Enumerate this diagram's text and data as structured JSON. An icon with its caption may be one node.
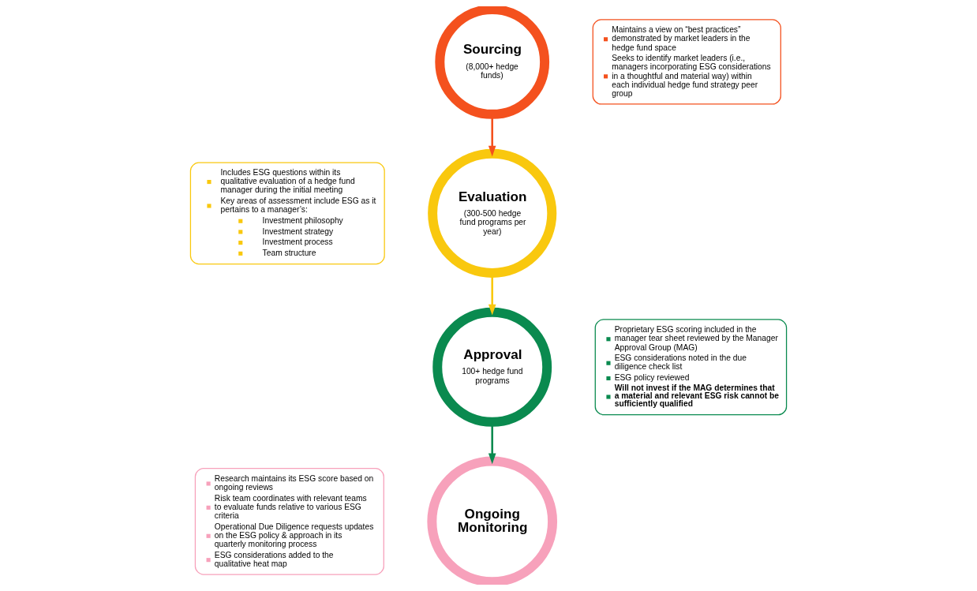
{
  "diagram": {
    "nodes": [
      {
        "text": [
          "Sourcing",
          "(8,000+ hedge funds)"
        ]
      },
      {
        "text": [
          "Evaluation",
          "(300-500 hedge fund programs per year)"
        ]
      },
      {
        "text": [
          "Approval",
          "100+ hedge fund programs"
        ]
      },
      {
        "text": [
          "Ongoing Monitoring"
        ]
      },
      {
        "text": [
          "Maintains a view on “best practices” demonstrated by market leaders in the hedge fund space",
          "Seeks to identify market leaders (i.e., managers incorporating ESG considerations in a thoughtful and material way) within each individual hedge fund strategy peer group"
        ]
      },
      {
        "text": [
          "Includes ESG questions within its qualitative evaluation of a hedge fund manager during the initial meeting",
          "Key areas of assessment include ESG as it pertains to a manager’s:",
          "Investment philosophy",
          "Investment strategy",
          "Investment process",
          "Team structure"
        ]
      },
      {
        "text": [
          "Proprietary ESG scoring included in the manager tear sheet reviewed by the Manager Approval Group (MAG)",
          "ESG considerations noted in the due diligence check list",
          "ESG policy reviewed",
          "Will not invest if the MAG determines that a material and relevant ESG risk cannot be sufficiently qualified"
        ]
      },
      {
        "text": [
          "Research maintains its ESG score based on ongoing reviews",
          "Risk team coordinates with relevant teams to evaluate funds relative to various ESG criteria",
          "Operational Due Diligence requests updates on the ESG policy & approach in its quarterly monitoring process",
          "ESG considerations added to the qualitative heat map"
        ]
      }
    ],
    "edges": [
      {
        "from": 0,
        "to": 1,
        "arrow": "to",
        "color": "#f4511e"
      },
      {
        "from": 1,
        "to": 2,
        "arrow": "to",
        "color": "#f9c80e"
      },
      {
        "from": 2,
        "to": 3,
        "arrow": "to",
        "color": "#0a8a4f"
      }
    ]
  }
}
